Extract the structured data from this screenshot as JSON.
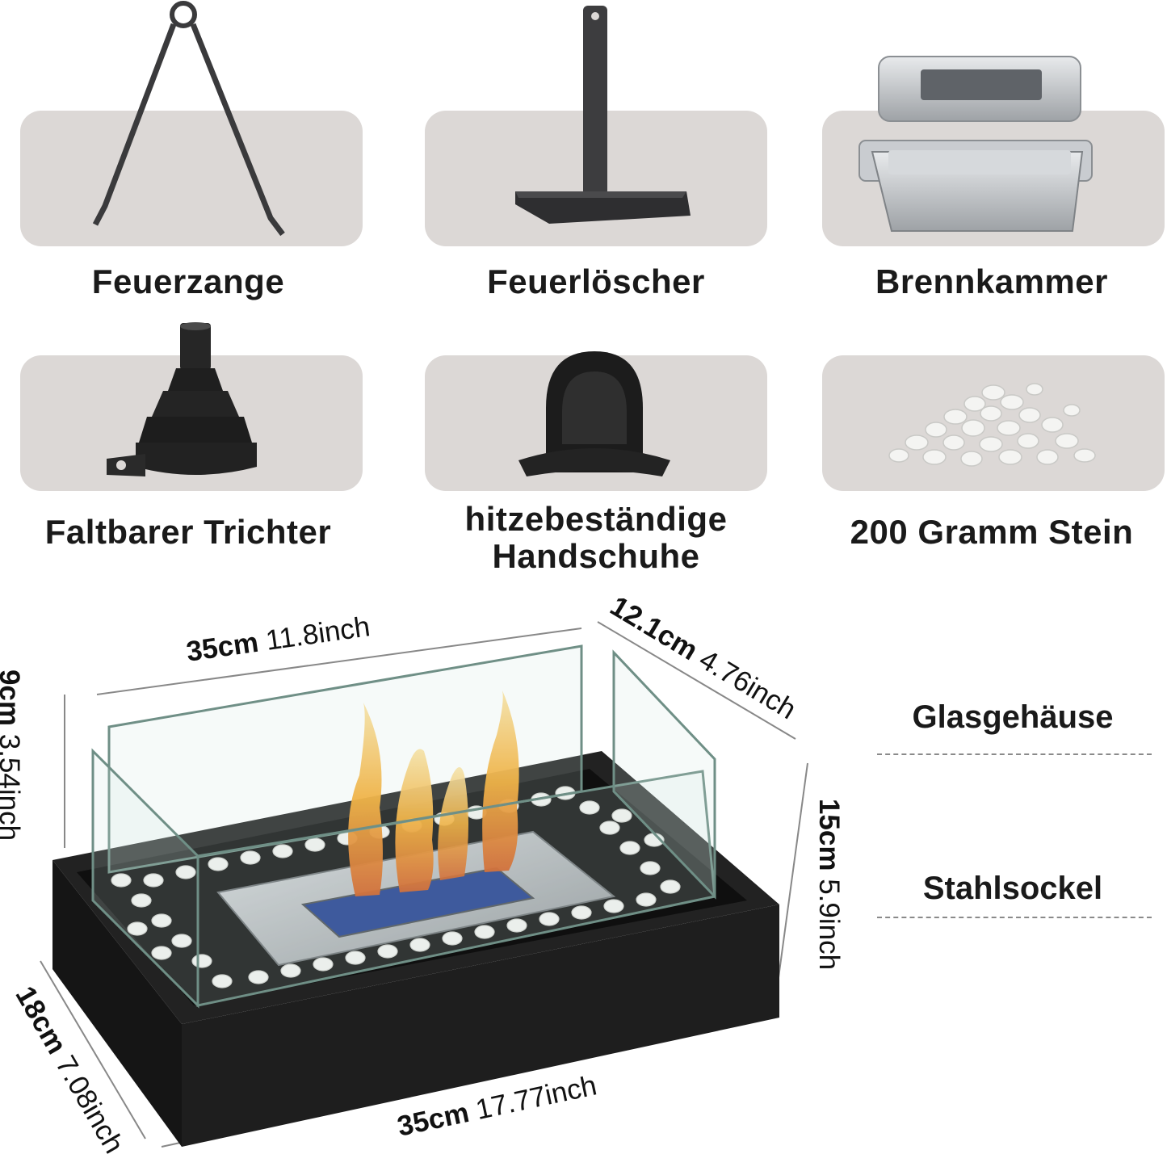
{
  "accessories": [
    {
      "label": "Feuerzange",
      "icon": "fire-tongs-icon"
    },
    {
      "label": "Feuerlöscher",
      "icon": "snuffer-icon"
    },
    {
      "label": "Brennkammer",
      "icon": "burner-chamber-icon"
    },
    {
      "label": "Faltbarer Trichter",
      "icon": "funnel-icon"
    },
    {
      "label": "hitzebeständige Handschuhe",
      "icon": "glove-icon"
    },
    {
      "label": "200 Gramm Stein",
      "icon": "stones-icon"
    }
  ],
  "dimensions": {
    "glass_length": {
      "metric": "35cm",
      "imperial": "11.8inch"
    },
    "glass_depth": {
      "metric": "12.1cm",
      "imperial": "4.76inch"
    },
    "glass_height": {
      "metric": "9cm",
      "imperial": "3.54inch"
    },
    "total_height": {
      "metric": "15cm",
      "imperial": "5.9inch"
    },
    "base_depth": {
      "metric": "18cm",
      "imperial": "7.08inch"
    },
    "base_length": {
      "metric": "35cm",
      "imperial": "17.77inch"
    }
  },
  "parts": {
    "glass": "Glasgehäuse",
    "base": "Stahlsockel"
  },
  "colors": {
    "card_bg": "#dcd8d6",
    "base_black": "#1b1b1b",
    "steel": "#b9bcbf",
    "flame": "#f3a21f"
  }
}
